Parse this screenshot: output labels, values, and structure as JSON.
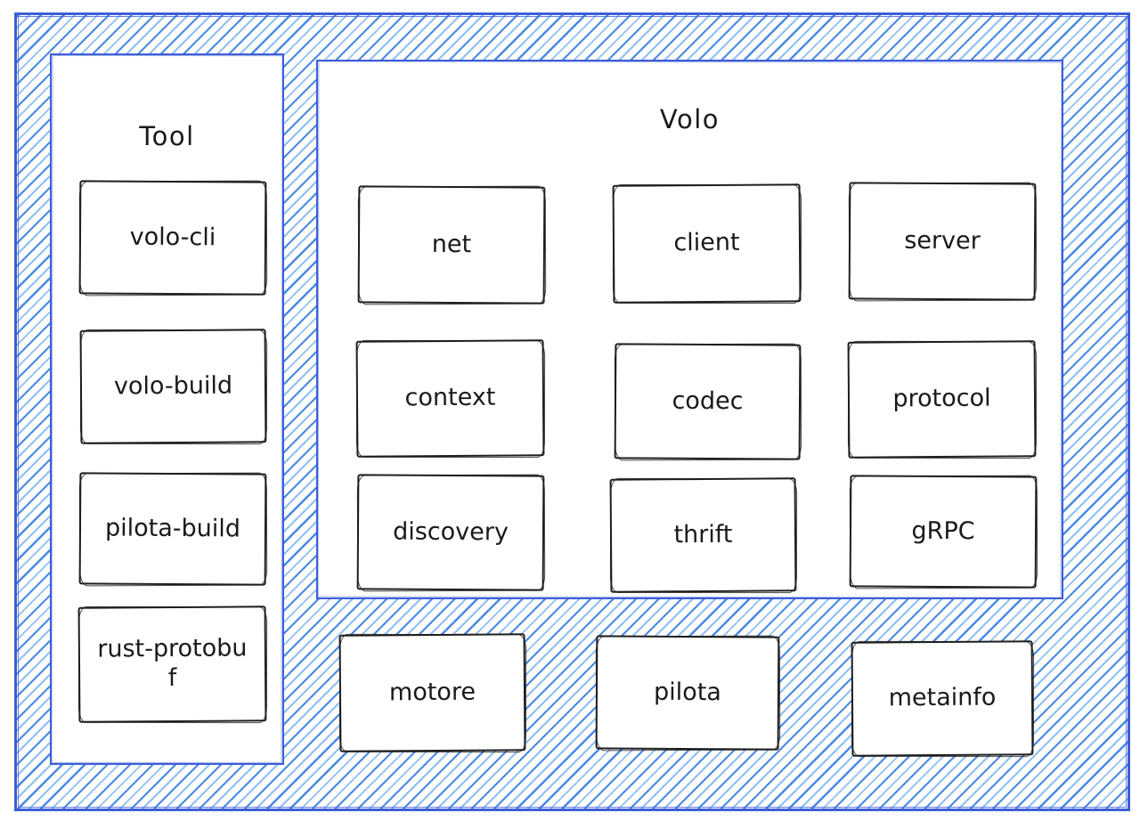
{
  "colors": {
    "frame_border": "#3e5ed8",
    "hatch_dark": "#4a8ae4",
    "hatch_light": "#90bff2",
    "box_border": "#1e1e1e",
    "text": "#1a1a1a",
    "box_bg": "#ffffff"
  },
  "tool": {
    "title": "Tool",
    "items": [
      "volo-cli",
      "volo-build",
      "pilota-build",
      "rust-protobuf"
    ]
  },
  "volo": {
    "title": "Volo",
    "cells": [
      "net",
      "client",
      "server",
      "context",
      "codec",
      "protocol",
      "discovery",
      "thrift",
      "gRPC"
    ]
  },
  "bottom": [
    "motore",
    "pilota",
    "metainfo"
  ]
}
